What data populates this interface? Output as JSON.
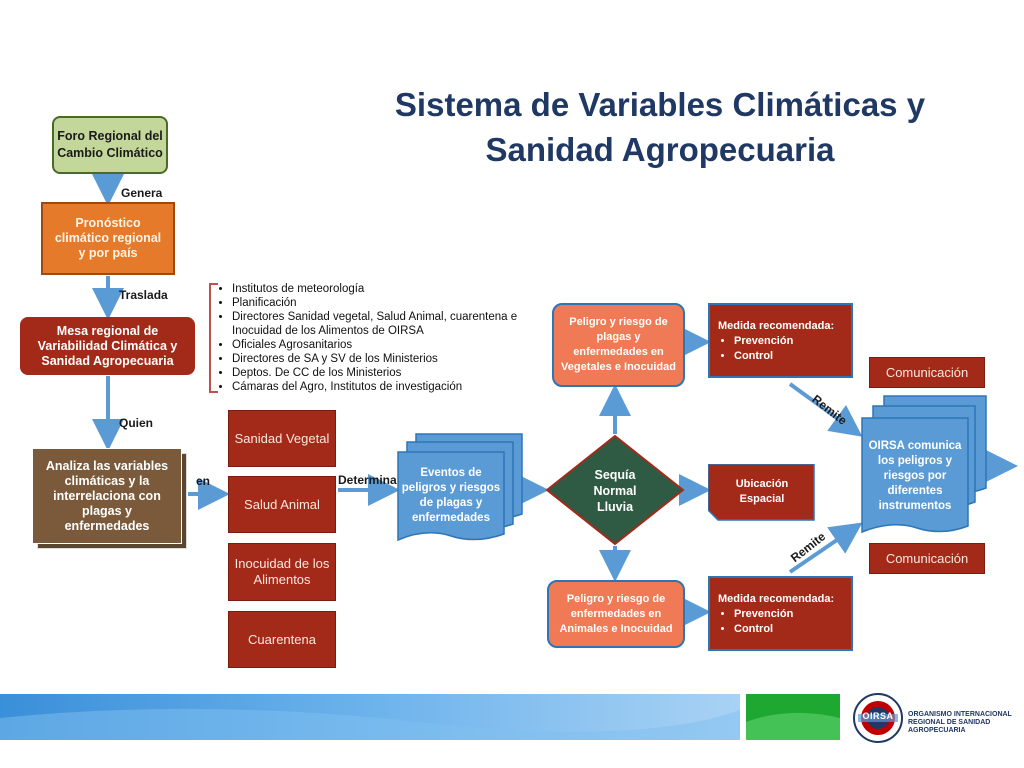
{
  "title_line1": "Sistema de Variables Climáticas y",
  "title_line2": "Sanidad Agropecuaria",
  "foro": "Foro Regional del Cambio Climático",
  "genera": "Genera",
  "pronostico": "Pronóstico climático regional y por país",
  "traslada": "Traslada",
  "mesa": "Mesa regional de Variabilidad Climática y Sanidad Agropecuaria",
  "members": [
    "Institutos de meteorología",
    "Planificación",
    "Directores Sanidad vegetal, Salud Animal, cuarentena e Inocuidad de los Alimentos  de OIRSA",
    "Oficiales Agrosanitarios",
    "Directores de SA y SV de los Ministerios",
    "Deptos. De CC de los Ministerios",
    "Cámaras del Agro, Institutos de investigación"
  ],
  "quien": "Quien",
  "analiza": "Analiza las variables climáticas y la interrelaciona con plagas y enfermedades",
  "en": "en",
  "categories": [
    "Sanidad Vegetal",
    "Salud Animal",
    "Inocuidad de los Alimentos",
    "Cuarentena"
  ],
  "determina": "Determina",
  "eventos": "Eventos de peligros y riesgos de plagas y enfermedades",
  "decision": [
    "Sequía",
    "Normal",
    "Lluvia"
  ],
  "peligro_veg": "Peligro y riesgo de plagas y enfermedades en Vegetales e Inocuidad",
  "peligro_ani": "Peligro y riesgo de enfermedades en Animales e Inocuidad",
  "medida_title": "Medida recomendada:",
  "medida_items": [
    "Prevención",
    "Control"
  ],
  "ubicacion": "Ubicación Espacial",
  "remite": "Remite",
  "comunicacion": "Comunicación",
  "oirsa_comunica": "OIRSA comunica los peligros y riesgos por diferentes instrumentos",
  "logo": {
    "line1": "ORGANISMO INTERNACIONAL",
    "line2": "REGIONAL DE SANIDAD",
    "line3": "AGROPECUARIA",
    "seal_text": "OIRSA"
  },
  "colors": {
    "title": "#1f3864",
    "orange": "#e57a2a",
    "darkred": "#a32a18",
    "brown": "#7a5a3a",
    "blue": "#5b9bd5",
    "darkgreen": "#2f5b44",
    "salmon": "#ef7a55",
    "beige": "#c4d79b"
  }
}
